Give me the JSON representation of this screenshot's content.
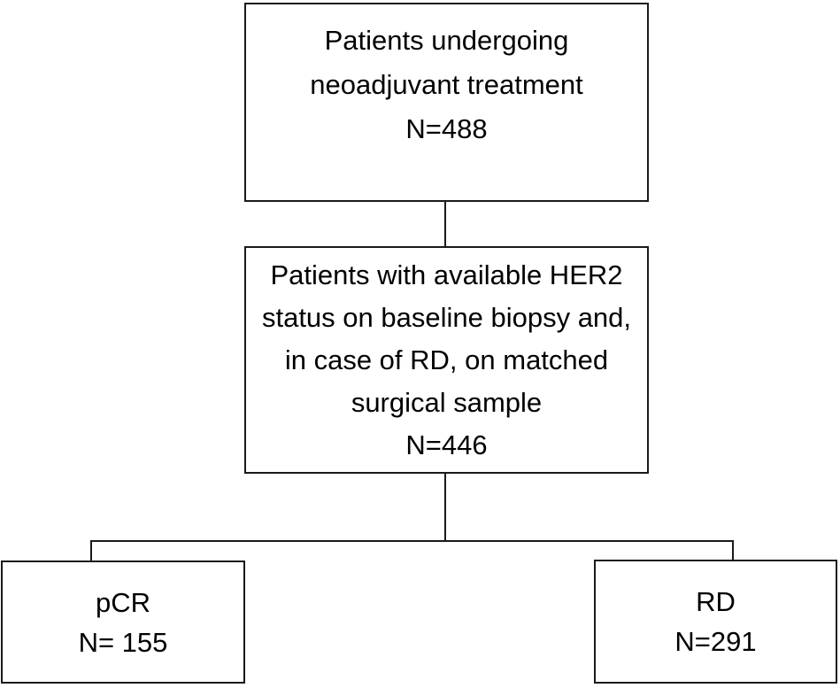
{
  "flowchart": {
    "kind": "patient-flow-diagram",
    "colors": {
      "line": "#1a1a1a",
      "text": "#000000",
      "background": "#ffffff",
      "box_fill": "#ffffff"
    },
    "nodes": {
      "top": {
        "line1": "Patients undergoing",
        "line2": "neoadjuvant treatment",
        "line3": "N=488"
      },
      "middle": {
        "line1": "Patients with available HER2",
        "line2": "status on baseline biopsy and,",
        "line3": "in case of RD, on matched",
        "line4": "surgical sample",
        "line5": "N=446"
      },
      "pcr": {
        "line1": "pCR",
        "line2": "N= 155"
      },
      "rd": {
        "line1": "RD",
        "line2": "N=291"
      }
    },
    "edges": [
      {
        "from": "top",
        "to": "middle"
      },
      {
        "from": "middle",
        "to": "pcr"
      },
      {
        "from": "middle",
        "to": "rd"
      }
    ]
  }
}
